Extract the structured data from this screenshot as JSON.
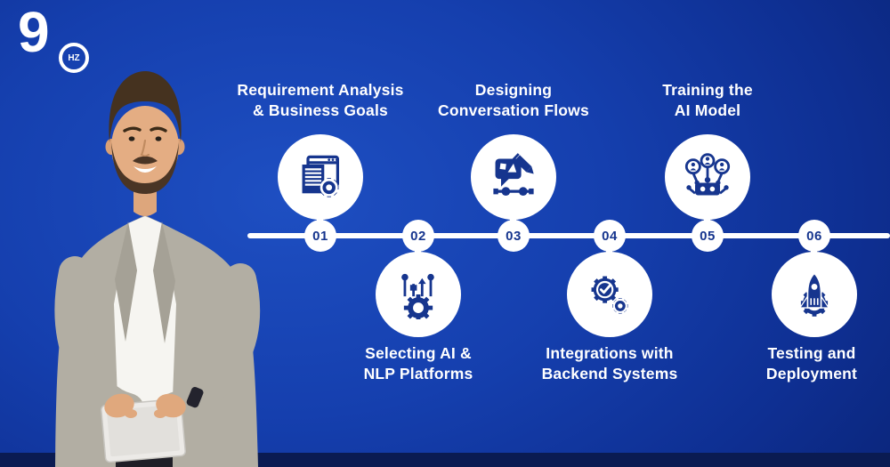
{
  "brand": {
    "logo_number": "9",
    "logo_badge": "HZ"
  },
  "timeline": {
    "steps": [
      {
        "number": "01",
        "line1": "Requirement Analysis",
        "line2": "& Business Goals",
        "icon": "requirements-document-gear-icon",
        "icon_position": "above"
      },
      {
        "number": "02",
        "line1": "Selecting AI &",
        "line2": "NLP Platforms",
        "icon": "platform-gear-sliders-icon",
        "icon_position": "below"
      },
      {
        "number": "03",
        "line1": "Designing",
        "line2": "Conversation Flows",
        "icon": "conversation-design-pencil-icon",
        "icon_position": "above"
      },
      {
        "number": "04",
        "line1": "Integrations with",
        "line2": "Backend Systems",
        "icon": "integration-gears-check-icon",
        "icon_position": "below"
      },
      {
        "number": "05",
        "line1": "Training the",
        "line2": "AI Model",
        "icon": "ai-training-robot-network-icon",
        "icon_position": "above"
      },
      {
        "number": "06",
        "line1": "Testing and",
        "line2": "Deployment",
        "icon": "deployment-rocket-gear-icon",
        "icon_position": "below"
      }
    ]
  },
  "person": {
    "alt": "Smiling bearded man in gray blazer and white shirt holding a tablet"
  },
  "colors": {
    "background_center": "#1e4fc2",
    "background_edge": "#091f6b",
    "timeline_white": "#ffffff",
    "icon_blue": "#16358e",
    "footer_bar": "#0a1b52"
  }
}
